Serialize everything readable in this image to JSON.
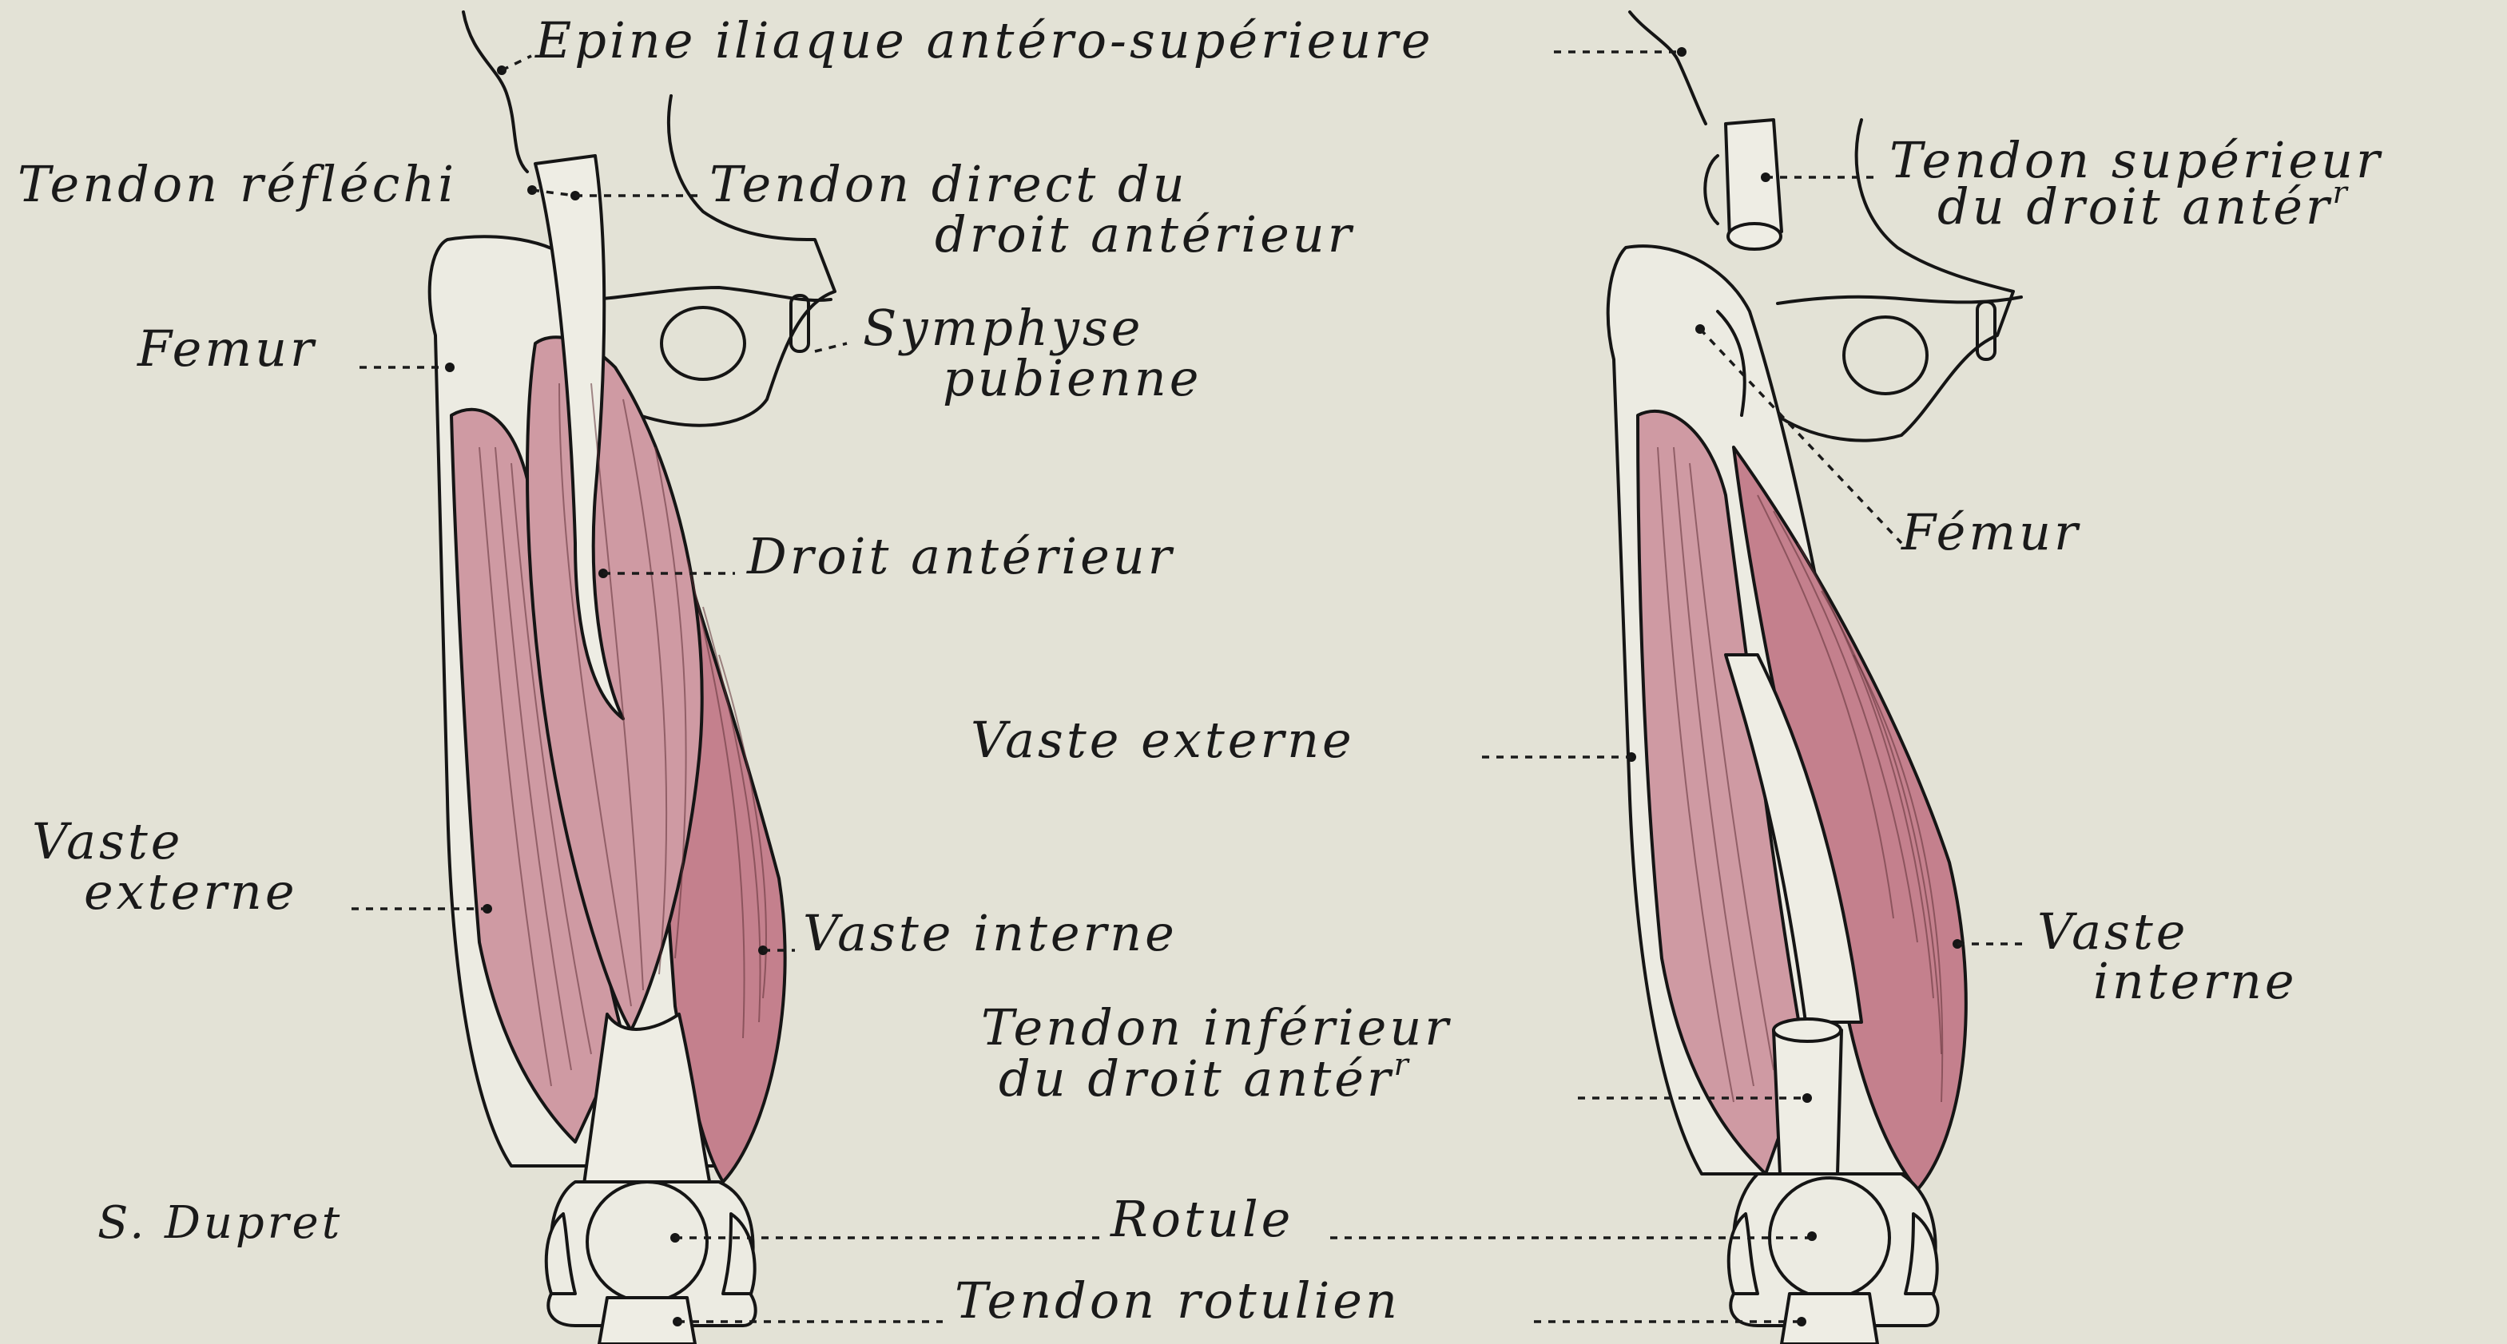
{
  "labels": {
    "epine": "Epine iliaque antéro-supérieure",
    "tendon_reflechi": "Tendon réfléchi",
    "tendon_direct_1": "Tendon direct du",
    "tendon_direct_2": "droit antérieur",
    "femur_left": "Femur",
    "symphyse_1": "Symphyse",
    "symphyse_2": "pubienne",
    "droit_anterieur": "Droit antérieur",
    "vaste_externe_left_1": "Vaste",
    "vaste_externe_left_2": "externe",
    "vaste_interne_left": "Vaste interne",
    "signature": "S. Dupret",
    "rotule": "Rotule",
    "tendon_rotulien": "Tendon rotulien",
    "tendon_superieur_1": "Tendon supérieur",
    "tendon_superieur_2": "du droit antér",
    "tendon_superieur_sup": "r",
    "femur_right": "Fémur",
    "vaste_externe_center": "Vaste externe",
    "vaste_interne_right_1": "Vaste",
    "vaste_interne_right_2": "interne",
    "tendon_inferieur_1": "Tendon inférieur",
    "tendon_inferieur_2": "du droit antér",
    "tendon_inferieur_sup": "r"
  },
  "colors": {
    "paper": "#e3e2d6",
    "ink": "#151515",
    "muscle": "#cf9aa3",
    "muscle_deep": "#c4808d",
    "bone": "#ecebe2"
  }
}
